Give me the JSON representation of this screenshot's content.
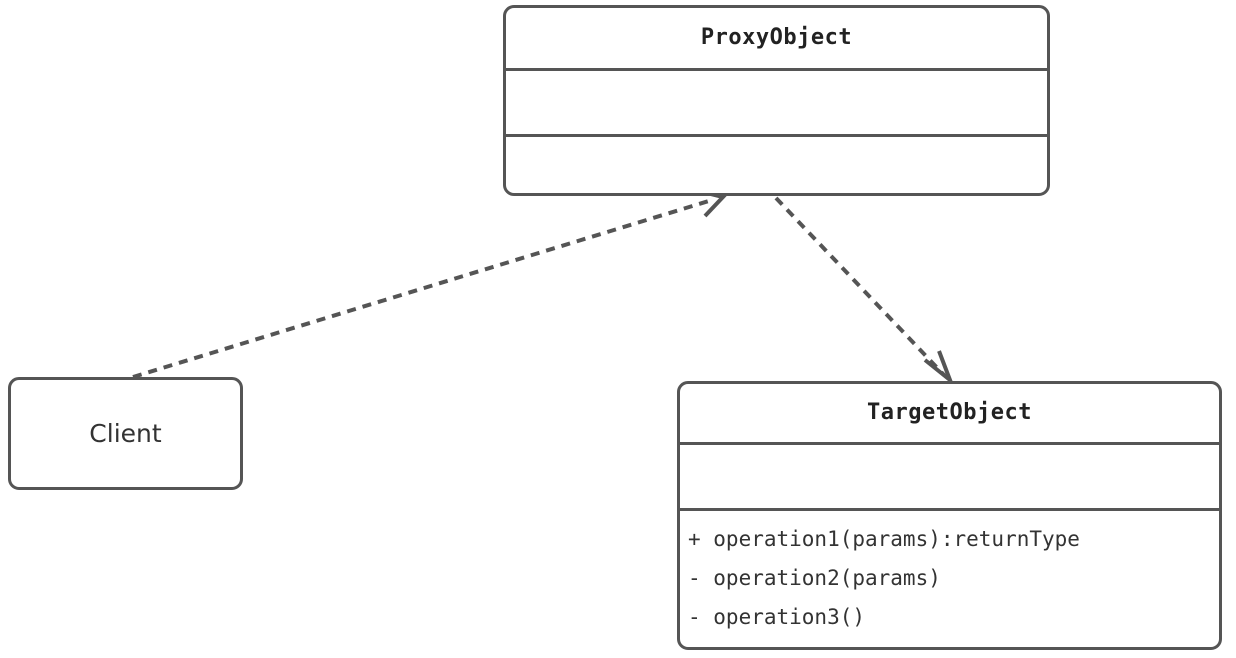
{
  "diagram": {
    "kind": "uml-class-diagram",
    "pattern": "Proxy",
    "background_color": "#ffffff",
    "stroke_color": "#555555",
    "text_color": "#333333"
  },
  "nodes": {
    "proxy": {
      "name": "ProxyObject",
      "attributes": [],
      "operations": []
    },
    "target": {
      "name": "TargetObject",
      "attributes": [],
      "operations": [
        "+ operation1(params):returnType",
        "- operation2(params)",
        "- operation3()"
      ]
    },
    "client": {
      "name": "Client"
    }
  },
  "edges": [
    {
      "id": "client-to-proxy",
      "from": "Client",
      "to": "ProxyObject",
      "style": "dashed",
      "arrowhead": "open",
      "label": ""
    },
    {
      "id": "proxy-to-target",
      "from": "ProxyObject",
      "to": "TargetObject",
      "style": "dashed",
      "arrowhead": "open",
      "label": ""
    }
  ]
}
